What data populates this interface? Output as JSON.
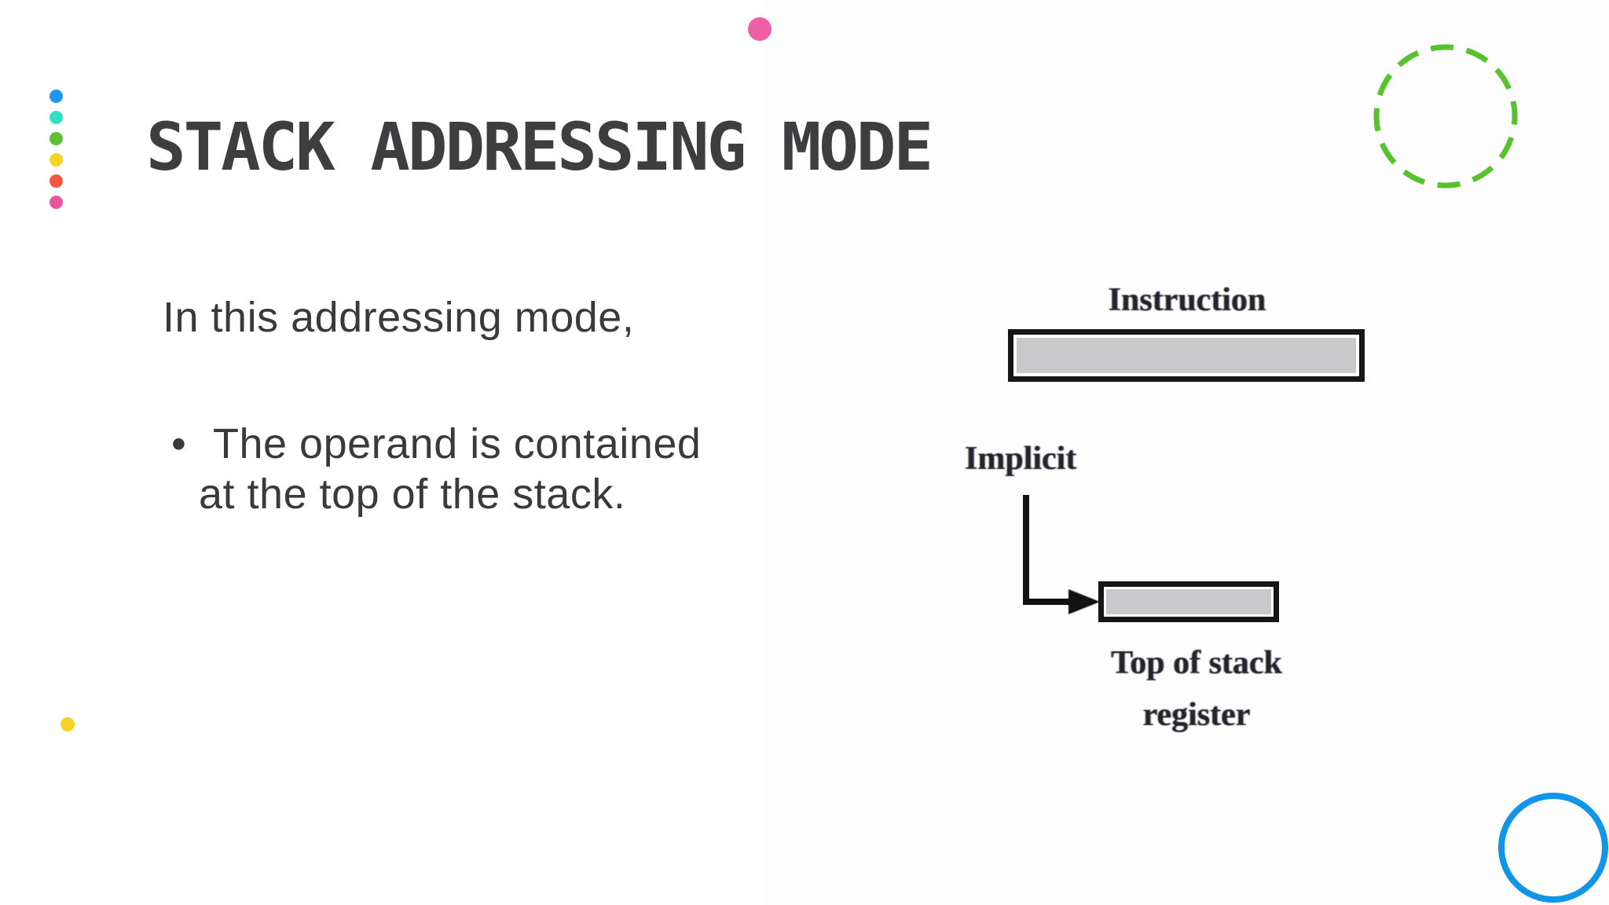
{
  "slide": {
    "title": "STACK ADDRESSING MODE",
    "intro": "In this addressing mode,",
    "bullet": {
      "marker": "•",
      "line1": "The operand is contained",
      "line2": "at the top of the stack."
    }
  },
  "diagram": {
    "instruction_label": "Instruction",
    "implicit_label": "Implicit",
    "top_of_stack_label_line1": "Top of stack",
    "top_of_stack_label_line2": "register"
  },
  "decor": {
    "left_dots": [
      "#2196F3",
      "#2FE0C5",
      "#5BC236",
      "#F5D327",
      "#F4573F",
      "#EA559E"
    ],
    "top_dot": "#EE5FA6",
    "small_yellow_dot": "#F5D327",
    "dashed_circle": "#56C22D",
    "outline_circle": "#1095E8"
  },
  "colors": {
    "background": "#FFFFFF",
    "right_panel_bg": "#FDFDFD",
    "title_text": "#3E3E40",
    "body_text": "#3A3A3C",
    "diagram_text": "#24242C",
    "diagram_line": "#121212",
    "box_border": "#161616",
    "box_fill": "#C9C9CB"
  }
}
